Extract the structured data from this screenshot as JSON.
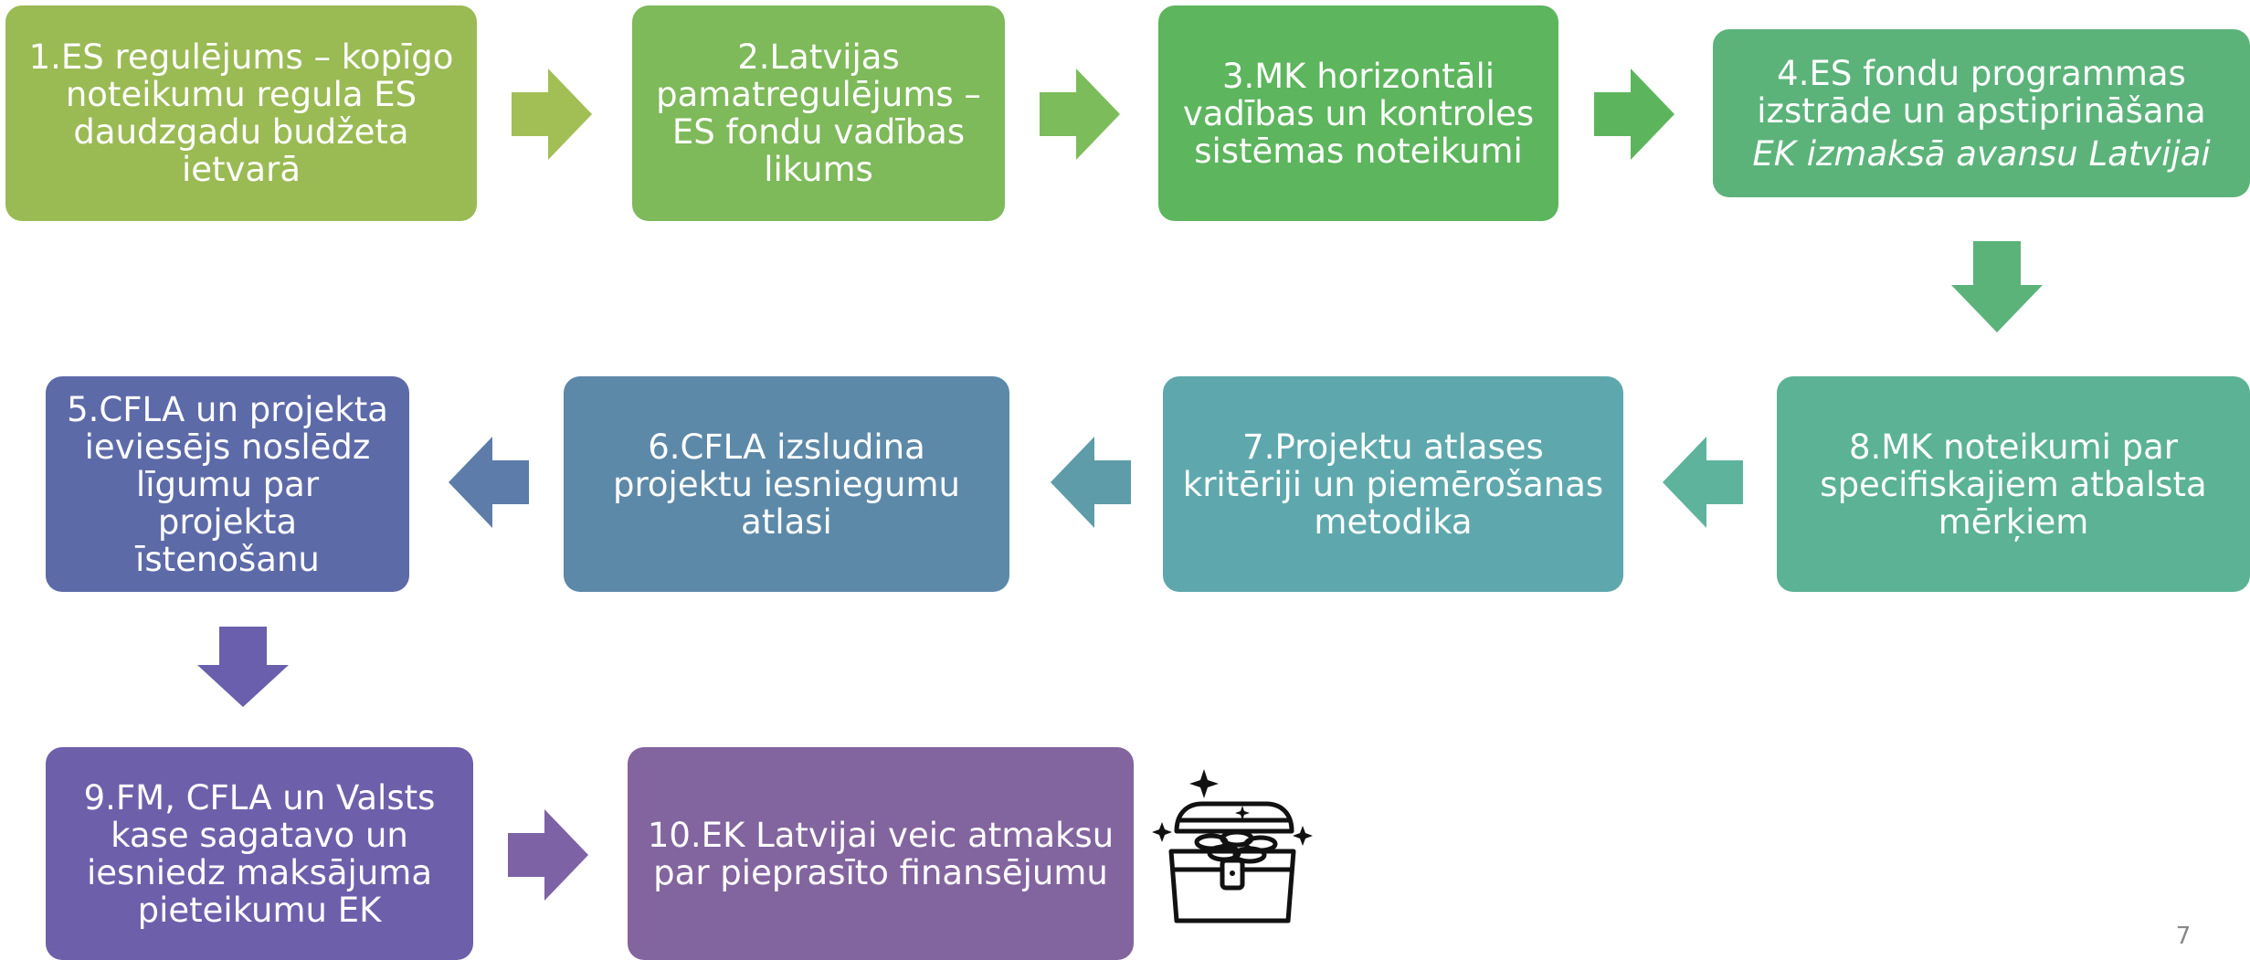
{
  "steps": [
    {
      "label": "1.ES regulējums – kopīgo\nnoteikumu regula ES\ndaudzgadu budžeta\nietvarā",
      "color": "#9aba54"
    },
    {
      "label": "2.Latvijas\npamatregulējums –\nES fondu vadības\nlikums",
      "color": "#7eb95a"
    },
    {
      "label": "3.MK horizontāli\nvadības un kontroles\nsistēmas noteikumi",
      "color": "#5db55d"
    },
    {
      "label": "4.ES fondu programmas\nizstrāde un apstiprināšana",
      "note": "EK izmaksā avansu Latvijai",
      "color": "#5bb37a"
    },
    {
      "label": "5.CFLA un projekta\nieviesējs noslēdz\nlīgumu par\nprojekta\nīstenošanu",
      "color": "#5d6aa8"
    },
    {
      "label": "6.CFLA izsludina\nprojektu iesniegumu\natlasi",
      "color": "#5d89a9"
    },
    {
      "label": "7.Projektu atlases\nkritēriji un piemērošanas\nmetodika",
      "color": "#5ea8ad"
    },
    {
      "label": "8.MK noteikumi par\nspecifiskajiem atbalsta\nmērķiem",
      "color": "#5bb294"
    },
    {
      "label": "9.FM, CFLA un Valsts\nkase sagatavo un\niesniedz maksājuma\npieteikumu EK",
      "color": "#6e5fab"
    },
    {
      "label": "10.EK Latvijai veic atmaksu\npar pieprasīto finansējumu",
      "color": "#82649f"
    }
  ],
  "arrows": [
    {
      "direction": "right",
      "color": "#a1bf55"
    },
    {
      "direction": "right",
      "color": "#7cbc5a"
    },
    {
      "direction": "right",
      "color": "#5cb55d"
    },
    {
      "direction": "down",
      "color": "#5bb37a"
    },
    {
      "direction": "left",
      "color": "#5eb39c"
    },
    {
      "direction": "left",
      "color": "#5e9ca9"
    },
    {
      "direction": "left",
      "color": "#5d7ca9"
    },
    {
      "direction": "down",
      "color": "#6a5fad"
    },
    {
      "direction": "right",
      "color": "#7d62a5"
    }
  ],
  "icons": {
    "treasure": "treasure-chest-icon"
  },
  "page_number": "7"
}
